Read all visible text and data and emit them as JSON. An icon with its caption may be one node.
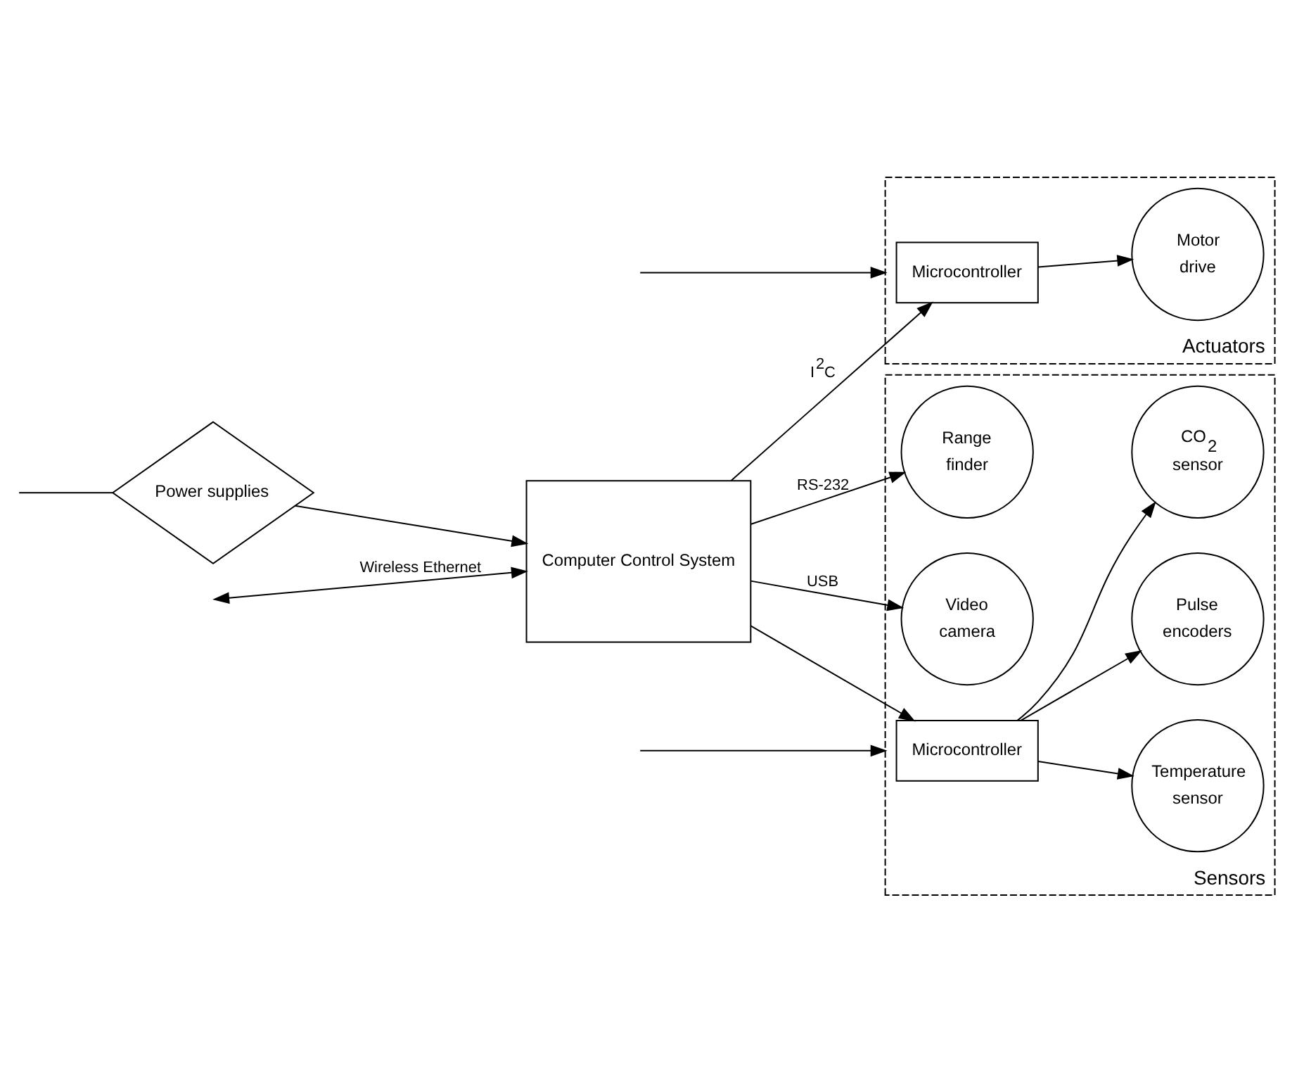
{
  "diagram": {
    "nodes": [
      {
        "text": [
          "Computer Control System"
        ]
      },
      {
        "text": [
          "Actuators"
        ]
      },
      {
        "text": [
          "Microcontroller"
        ],
        "in": 1
      },
      {
        "text": [
          "Motor drive"
        ],
        "in": 1
      },
      {
        "text": [
          "Sensors"
        ]
      },
      {
        "text": [
          "Microcontroller"
        ],
        "in": 4
      },
      {
        "text": [
          "Pulse encoders"
        ],
        "in": 4
      },
      {
        "text": [
          "CO$_{2}$ sensor"
        ],
        "in": 4
      },
      {
        "text": [
          "Temperature sensor"
        ],
        "in": 4
      },
      {
        "text": [
          "Video camera"
        ],
        "in": 4
      },
      {
        "text": [
          "Range finder"
        ],
        "in": 4
      },
      {
        "text": [
          "Power supplies"
        ]
      }
    ],
    "edges": [
      {
        "from": null,
        "to": 0,
        "arrow": "both",
        "label": "Wireless Ethernet"
      },
      {
        "from": 0,
        "to": 2,
        "arrow": "to",
        "label": "I$^{2}$C"
      },
      {
        "from": 0,
        "to": 5,
        "arrow": "to"
      },
      {
        "from": 2,
        "to": 3,
        "arrow": "to"
      },
      {
        "from": 5,
        "to": 6,
        "arrow": "to"
      },
      {
        "from": 5,
        "to": 7,
        "arrow": "to"
      },
      {
        "from": 5,
        "to": 8,
        "arrow": "to"
      },
      {
        "from": 0,
        "to": 9,
        "arrow": "to",
        "label": "USB"
      },
      {
        "from": 0,
        "to": 10,
        "arrow": "to",
        "label": "RS-232"
      },
      {
        "from": 11,
        "to": 0,
        "arrow": "to"
      },
      {
        "from": null,
        "to": 11,
        "arrow": "none"
      },
      {
        "from": null,
        "to": 4,
        "arrow": "to"
      },
      {
        "from": null,
        "to": 1,
        "arrow": "to"
      }
    ]
  }
}
